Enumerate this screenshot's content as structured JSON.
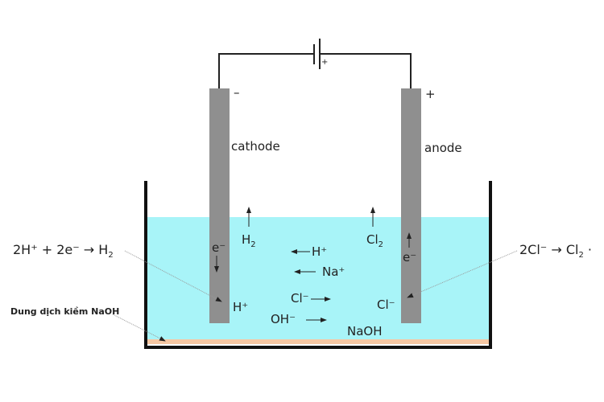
{
  "polarity": {
    "cathode": "–",
    "anode": "+",
    "battery": "+"
  },
  "labels": {
    "cathode": "cathode",
    "anode": "anode"
  },
  "ions": {
    "h2": "H",
    "h2_sub": "2",
    "cl2": "Cl",
    "cl2_sub": "2",
    "e_cathode": "e⁻",
    "e_anode": "e⁻",
    "h_plus_move": "H⁺",
    "na_plus": "Na⁺",
    "cl_minus_move": "Cl⁻",
    "oh_minus": "OH⁻",
    "h_plus_cathode": "H⁺",
    "cl_minus_anode": "Cl⁻",
    "naoh": "NaOH"
  },
  "equations": {
    "cathode": "2H⁺ + 2e⁻ → H",
    "cathode_sub": "2",
    "anode": "2Cl⁻ → Cl",
    "anode_sub": "2",
    "anode_tail": " ·"
  },
  "notes": {
    "solution": "Dung dịch kiềm NaOH"
  },
  "colors": {
    "liquid": "#a8f4f8",
    "electrode": "#8f8f8f",
    "sediment": "#f6c8a4",
    "wall": "#111111"
  }
}
